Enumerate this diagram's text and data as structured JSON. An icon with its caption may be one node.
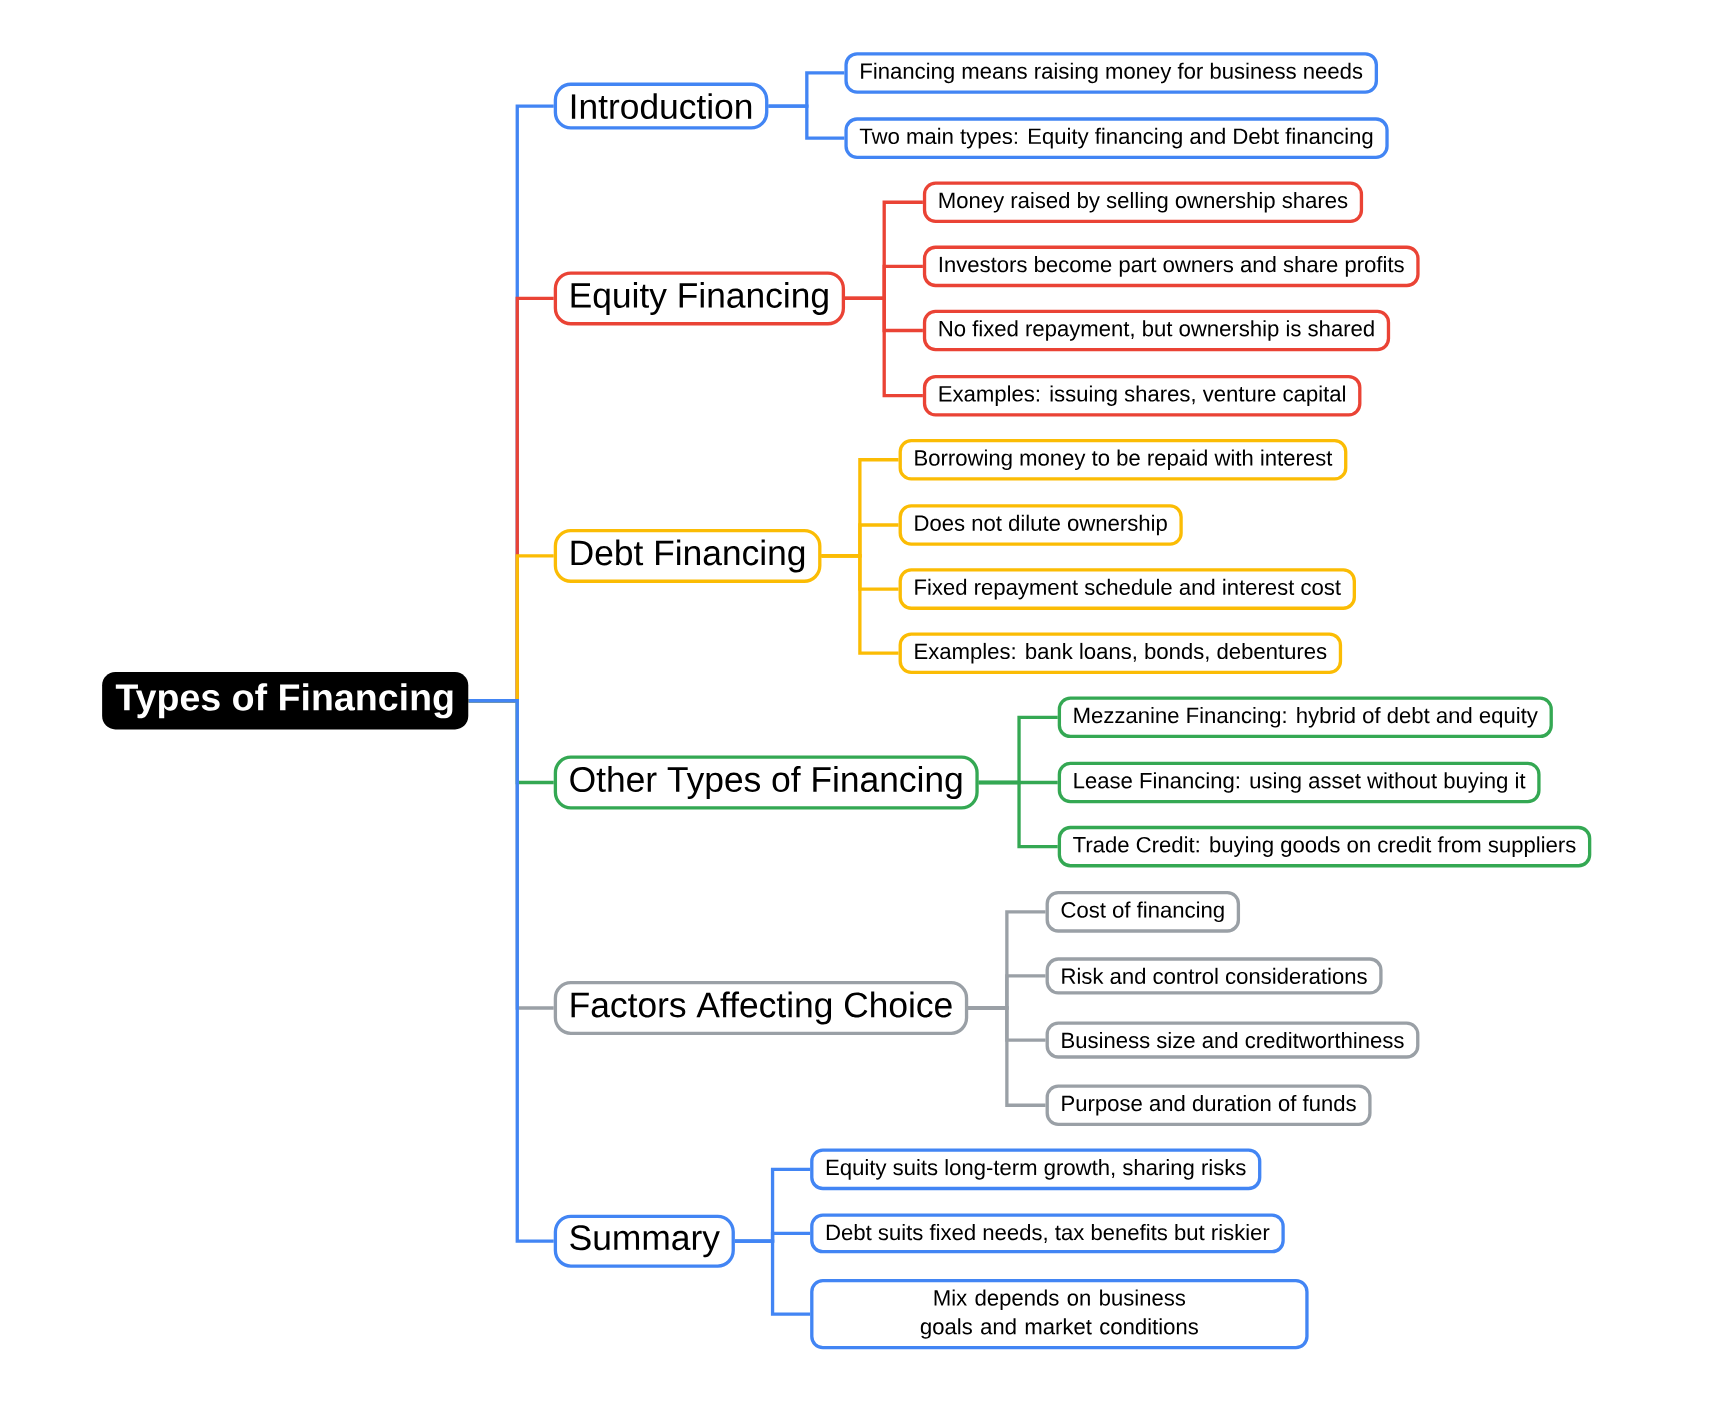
{
  "diagram": {
    "nodes": [
      {
        "text": [
          "Types of Financing"
        ]
      },
      {
        "text": [
          "Introduction"
        ]
      },
      {
        "text": [
          "Financing means raising money for business needs"
        ]
      },
      {
        "text": [
          "Two main types: Equity financing and Debt financing"
        ]
      },
      {
        "text": [
          "Equity Financing"
        ]
      },
      {
        "text": [
          "Money raised by selling ownership shares"
        ]
      },
      {
        "text": [
          "Investors become part owners and share profits"
        ]
      },
      {
        "text": [
          "No fixed repayment, but ownership is shared"
        ]
      },
      {
        "text": [
          "Examples: issuing shares, venture capital"
        ]
      },
      {
        "text": [
          "Debt Financing"
        ]
      },
      {
        "text": [
          "Borrowing money to be repaid with interest"
        ]
      },
      {
        "text": [
          "Does not dilute ownership"
        ]
      },
      {
        "text": [
          "Fixed repayment schedule and interest cost"
        ]
      },
      {
        "text": [
          "Examples: bank loans, bonds, debentures"
        ]
      },
      {
        "text": [
          "Other Types of Financing"
        ]
      },
      {
        "text": [
          "Mezzanine Financing: hybrid of debt and equity"
        ]
      },
      {
        "text": [
          "Lease Financing: using asset without buying it"
        ]
      },
      {
        "text": [
          "Trade Credit: buying goods on credit from suppliers"
        ]
      },
      {
        "text": [
          "Factors Affecting Choice"
        ]
      },
      {
        "text": [
          "Cost of financing"
        ]
      },
      {
        "text": [
          "Risk and control considerations"
        ]
      },
      {
        "text": [
          "Business size and creditworthiness"
        ]
      },
      {
        "text": [
          "Purpose and duration of funds"
        ]
      },
      {
        "text": [
          "Summary"
        ]
      },
      {
        "text": [
          "Equity suits long-term growth, sharing risks"
        ]
      },
      {
        "text": [
          "Debt suits fixed needs, tax benefits but riskier"
        ]
      },
      {
        "text": [
          "Mix depends on business goals and market conditions"
        ]
      }
    ],
    "edges": [
      {
        "from": 0,
        "to": 1,
        "arrow": "none"
      },
      {
        "from": 1,
        "to": 2,
        "arrow": "none"
      },
      {
        "from": 1,
        "to": 3,
        "arrow": "none"
      },
      {
        "from": 0,
        "to": 4,
        "arrow": "none",
        "color": "#ea4335"
      },
      {
        "from": 4,
        "to": 5,
        "arrow": "none",
        "color": "#ea4335"
      },
      {
        "from": 4,
        "to": 6,
        "arrow": "none",
        "color": "#ea4335"
      },
      {
        "from": 4,
        "to": 7,
        "arrow": "none",
        "color": "#ea4335"
      },
      {
        "from": 4,
        "to": 8,
        "arrow": "none",
        "color": "#ea4335"
      },
      {
        "from": 0,
        "to": 9,
        "arrow": "none",
        "color": "#fbbc04"
      },
      {
        "from": 9,
        "to": 10,
        "arrow": "none",
        "color": "#fbbc04"
      },
      {
        "from": 9,
        "to": 11,
        "arrow": "none",
        "color": "#fbbc04"
      },
      {
        "from": 9,
        "to": 12,
        "arrow": "none",
        "color": "#fbbc04"
      },
      {
        "from": 9,
        "to": 13,
        "arrow": "none",
        "color": "#fbbc04"
      },
      {
        "from": 0,
        "to": 14,
        "arrow": "none",
        "color": "#34a853"
      },
      {
        "from": 14,
        "to": 15,
        "arrow": "none",
        "color": "#34a853"
      },
      {
        "from": 14,
        "to": 16,
        "arrow": "none",
        "color": "#34a853"
      },
      {
        "from": 14,
        "to": 17,
        "arrow": "none",
        "color": "#34a853"
      },
      {
        "from": 0,
        "to": 18,
        "arrow": "none",
        "color": "#9aa0a6"
      },
      {
        "from": 18,
        "to": 19,
        "arrow": "none",
        "color": "#9aa0a6"
      },
      {
        "from": 18,
        "to": 20,
        "arrow": "none",
        "color": "#9aa0a6"
      },
      {
        "from": 18,
        "to": 21,
        "arrow": "none",
        "color": "#9aa0a6"
      },
      {
        "from": 18,
        "to": 22,
        "arrow": "none",
        "color": "#9aa0a6"
      },
      {
        "from": 0,
        "to": 23,
        "arrow": "none"
      },
      {
        "from": 23,
        "to": 24,
        "arrow": "none"
      },
      {
        "from": 23,
        "to": 25,
        "arrow": "none"
      },
      {
        "from": 23,
        "to": 26,
        "arrow": "none"
      }
    ]
  }
}
